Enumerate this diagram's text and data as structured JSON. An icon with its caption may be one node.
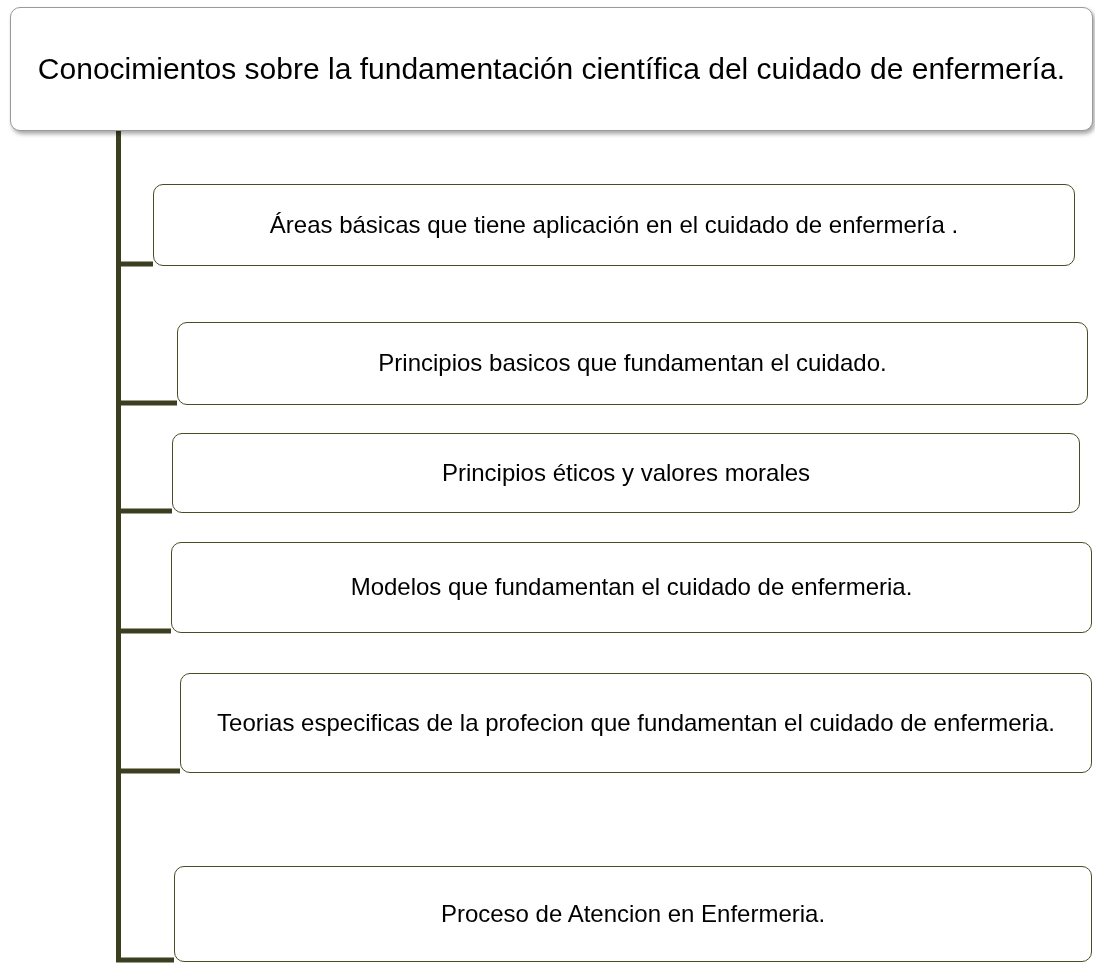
{
  "diagram": {
    "nodes": [
      {
        "text": [
          "Conocimientos sobre la fundamentación científica del cuidado de enfermería."
        ]
      },
      {
        "text": [
          "Áreas básicas que tiene aplicación en el cuidado de enfermería ."
        ]
      },
      {
        "text": [
          "Principios basicos que fundamentan el cuidado."
        ]
      },
      {
        "text": [
          "Principios éticos y valores morales"
        ]
      },
      {
        "text": [
          "Modelos que fundamentan el cuidado de enfermeria."
        ]
      },
      {
        "text": [
          "Teorias especificas de la profecion que fundamentan el cuidado de enfermeria."
        ]
      },
      {
        "text": [
          "Proceso de Atencion en Enfermeria."
        ]
      }
    ],
    "edges": [
      {
        "from": 0,
        "to": 1,
        "arrow": "none"
      },
      {
        "from": 0,
        "to": 2,
        "arrow": "none"
      },
      {
        "from": 0,
        "to": 3,
        "arrow": "none"
      },
      {
        "from": 0,
        "to": 4,
        "arrow": "none"
      },
      {
        "from": 0,
        "to": 5,
        "arrow": "none"
      },
      {
        "from": 0,
        "to": 6,
        "arrow": "none"
      }
    ]
  }
}
